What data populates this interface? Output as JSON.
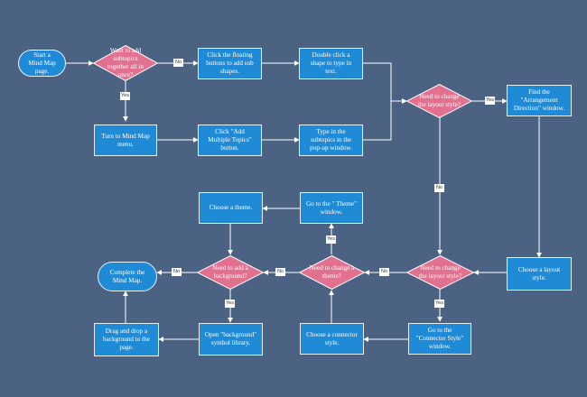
{
  "nodes": {
    "start": "Start a Mind Map page.",
    "q_add_subtopics": "Want to add subtopics together all in once?",
    "click_floating": "Click the floating buttons to add sub shapes.",
    "double_click": "Double click a shape to type in text.",
    "turn_to_menu": "Turn to Mind Map menu.",
    "click_add_multiple": "Click \"Add Multiple Topics\" button.",
    "type_subtopics": "Type in the subtopics in the pop-up window.",
    "q_change_layout_1": "Need to change the layout style?",
    "find_arrangement": "Find the \"Arrangement Direction\" window.",
    "choose_layout": "Choose a layout style.",
    "q_change_layout_2": "Need to change the layout style?",
    "go_connector": "Go to the \"Connector Style\" window.",
    "choose_connector": "Choose a connector style.",
    "q_change_theme": "Need to change a theme?",
    "go_theme": "Go to the \" Theme\" window.",
    "choose_theme": "Choose a theme.",
    "q_add_background": "Need to add a background?",
    "open_background": "Open \"background\" symbol library.",
    "drag_background": "Drag and drop a background to the page.",
    "complete": "Complete the Mind Map."
  },
  "edge_labels": {
    "no1": "No",
    "yes1": "Yes",
    "yes2": "Yes",
    "no2": "No",
    "no3": "No",
    "yes3": "Yes",
    "no4": "No",
    "yes4": "Yes",
    "no5": "No",
    "yes5": "Yes"
  },
  "colors": {
    "background": "#4b6283",
    "process_fill": "#1f8ad6",
    "decision_fill": "#e2708f",
    "stroke": "#ffffff"
  }
}
